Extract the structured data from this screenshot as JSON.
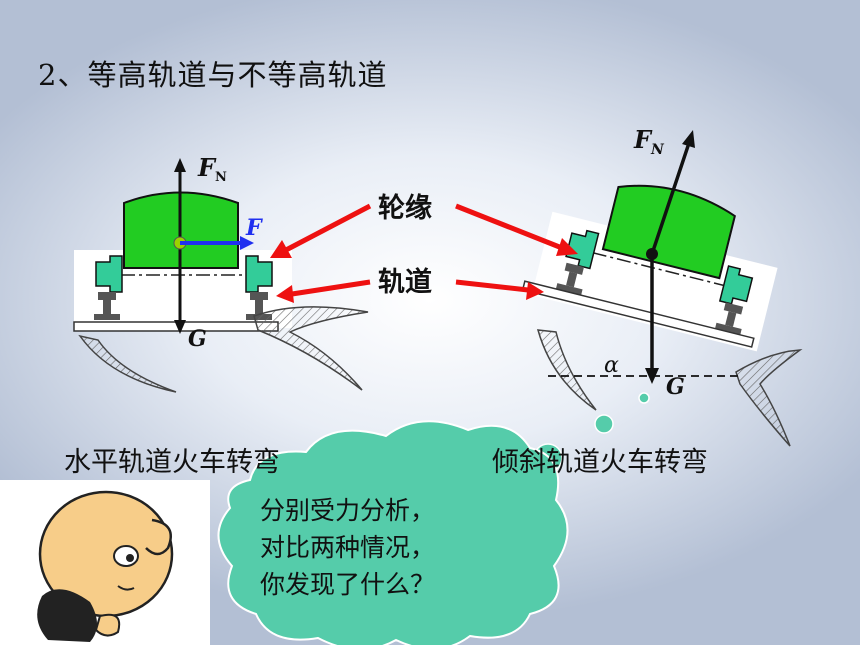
{
  "heading": "2、等高轨道与不等高轨道",
  "labels": {
    "wheel_flange": "轮缘",
    "track": "轨道"
  },
  "left_diagram": {
    "caption": "水平轨道火车转弯",
    "normal_force": "F",
    "normal_force_sub": "N",
    "friction_force": "F",
    "gravity": "G"
  },
  "right_diagram": {
    "caption": "倾斜轨道火车转弯",
    "normal_force": "F",
    "normal_force_sub": "N",
    "gravity": "G",
    "angle": "α"
  },
  "thought_bubble": {
    "lines": [
      "分别受力分析，",
      "对比两种情况，",
      "你发现了什么？"
    ]
  },
  "colors": {
    "car_body": "#22cc22",
    "flange": "#33cc99",
    "arrow_red": "#ee1111",
    "force_blue": "#1f2ff0",
    "bubble": "#55ccaa"
  }
}
